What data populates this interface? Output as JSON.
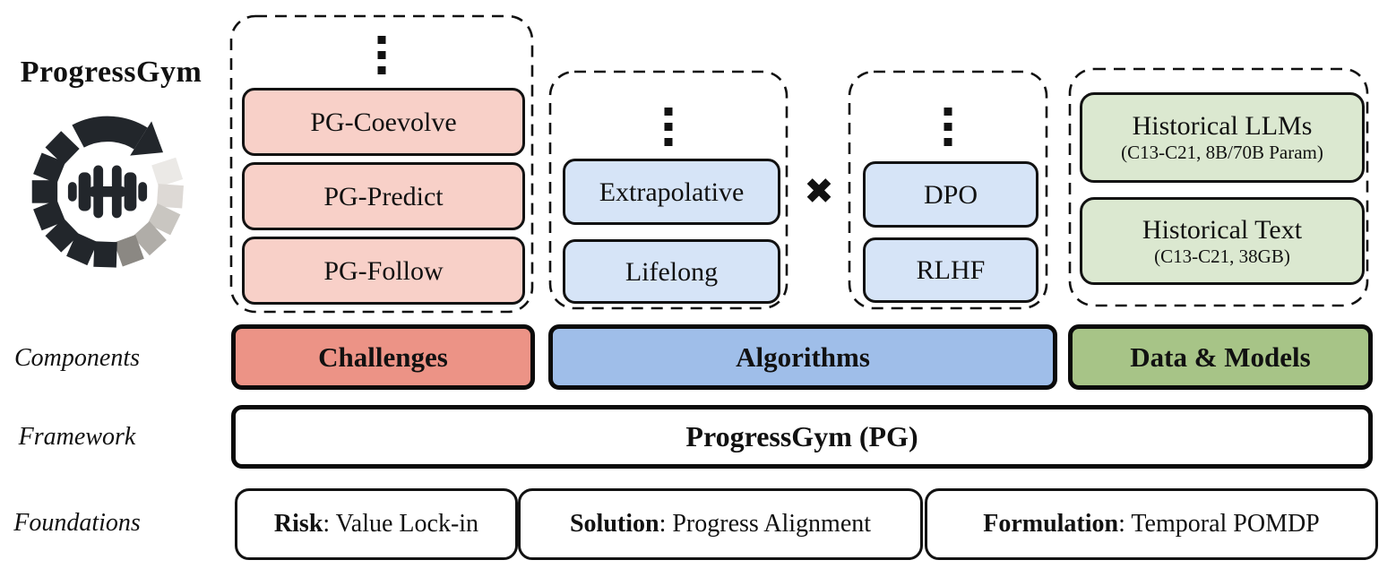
{
  "brand": {
    "title": "ProgressGym"
  },
  "row_labels": {
    "components": "Components",
    "framework": "Framework",
    "foundations": "Foundations"
  },
  "challenges_group": {
    "items": [
      "PG-Coevolve",
      "PG-Predict",
      "PG-Follow"
    ]
  },
  "algorithm_paradigms_group": {
    "items": [
      "Extrapolative",
      "Lifelong"
    ]
  },
  "algorithm_methods_group": {
    "items": [
      "DPO",
      "RLHF"
    ]
  },
  "data_models_group": {
    "items": [
      {
        "title": "Historical LLMs",
        "subtitle": "(C13-C21, 8B/70B Param)"
      },
      {
        "title": "Historical Text",
        "subtitle": "(C13-C21, 38GB)"
      }
    ]
  },
  "components_row": {
    "challenges": "Challenges",
    "algorithms": "Algorithms",
    "data_models": "Data & Models"
  },
  "framework_row": {
    "label": "ProgressGym (PG)"
  },
  "foundations_row": {
    "items": [
      {
        "term": "Risk",
        "desc": ": Value Lock-in"
      },
      {
        "term": "Solution",
        "desc": ": Progress Alignment"
      },
      {
        "term": "Formulation",
        "desc": ": Temporal POMDP"
      }
    ]
  },
  "icons": {
    "cross_multiply": "✖",
    "vertical_ellipsis": "⋮",
    "logo": "progressgym-cyclic-arrow-dumbbell"
  },
  "colors": {
    "challenge_item_fill": "#f8d0c8",
    "challenge_bar": "#ec9386",
    "algorithm_item_fill": "#d6e4f7",
    "algorithm_bar": "#9fbee9",
    "data_item_fill": "#dbe8d0",
    "data_bar": "#a7c487",
    "outline": "#111111"
  }
}
